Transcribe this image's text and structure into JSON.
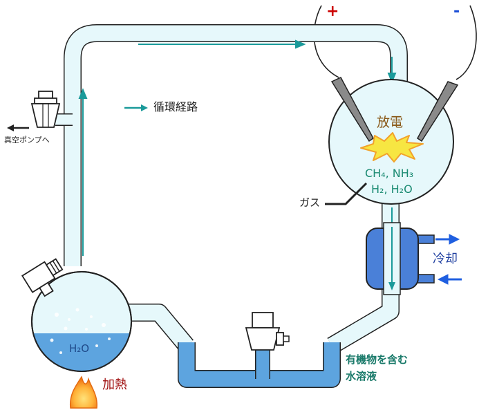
{
  "electrodes": {
    "plus": "+",
    "minus": "-"
  },
  "legend": {
    "circulation_path": "循環経路"
  },
  "vacuum_pump": {
    "label": "真空ポンプへ"
  },
  "spark": {
    "label": "放電"
  },
  "gases": {
    "line1": "CH₄, NH₃",
    "line2": "H₂, H₂O",
    "pointer_label": "ガス"
  },
  "cooling": {
    "label": "冷却"
  },
  "flask": {
    "water": "H₂O"
  },
  "heating": {
    "label": "加熱"
  },
  "trap": {
    "label_line1": "有機物を含む",
    "label_line2": "水溶液"
  },
  "colors": {
    "plus": "#cc0000",
    "minus": "#1a4dd6",
    "arrow": "#1a9a9a",
    "glass_fill": "#e6f8fb",
    "glass_stroke": "#222222",
    "liquid": "#5da4df",
    "condenser": "#4a80d8",
    "flow_arrow": "#1f5fe0",
    "spark_label": "#8a5a1a",
    "gas_text": "#1a8a72",
    "heat_label": "#a01010",
    "trap_text": "#1a7a6a"
  }
}
